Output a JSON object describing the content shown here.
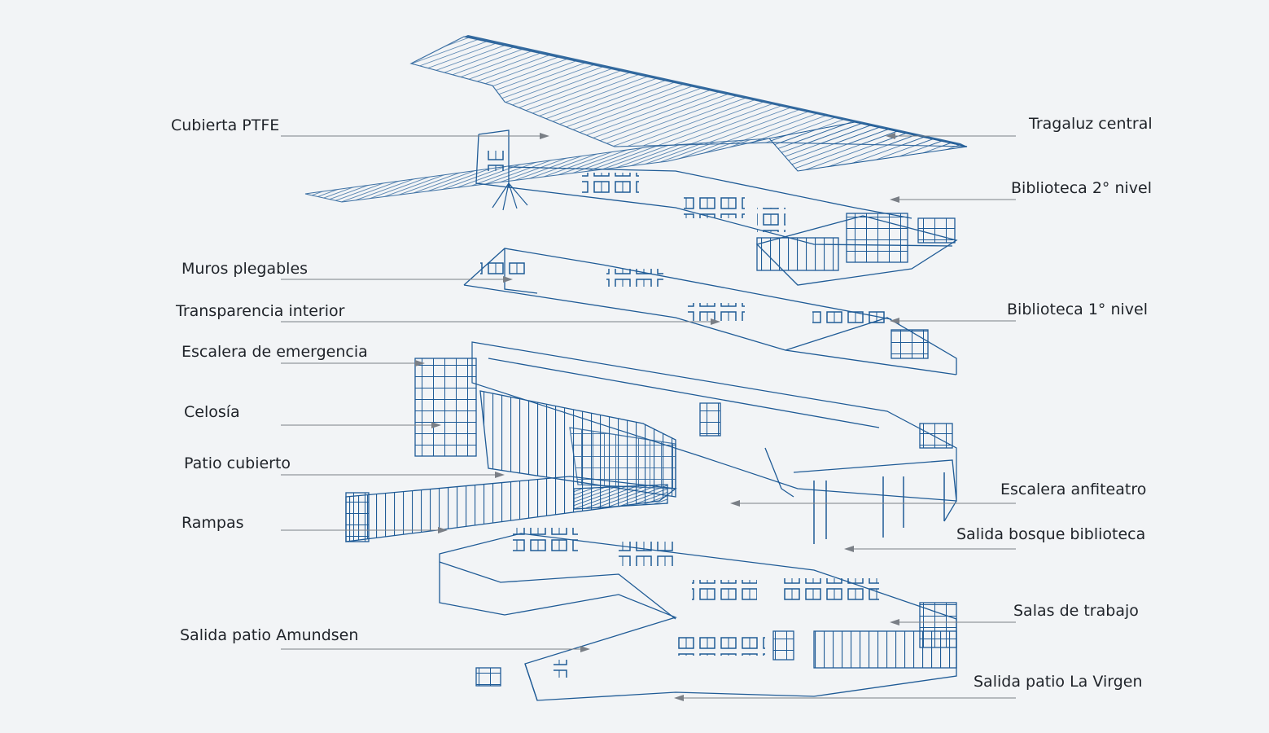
{
  "colors": {
    "background": "#f2f4f6",
    "drawing": "#1f5b96",
    "drawing_light": "#5e8cbf",
    "drawing_pale": "#a9c1dc",
    "leader": "#7a7f86",
    "label": "#1f2329"
  },
  "labels": {
    "cubierta": "Cubierta PTFE",
    "tragaluz": "Tragaluz central",
    "biblio2": "Biblioteca 2° nivel",
    "muros": "Muros plegables",
    "transparencia": "Transparencia  interior",
    "biblio1": "Biblioteca 1° nivel",
    "escalera_emerg": "Escalera de emergencia",
    "celosia": "Celosía",
    "patio": "Patio cubierto",
    "escalera_anfi": "Escalera anfiteatro",
    "rampas": "Rampas",
    "salida_bosque": "Salida bosque biblioteca",
    "salas": "Salas de trabajo",
    "salida_amundsen": "Salida patio Amundsen",
    "salida_virgen": "Salida patio La Virgen"
  }
}
